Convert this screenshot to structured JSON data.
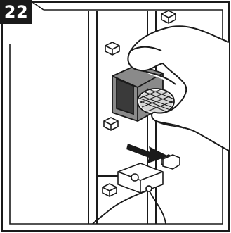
{
  "step": {
    "number": "22"
  },
  "illustration": {
    "subject": "installing-clamp-on-stud",
    "parts": [
      "panel-rail",
      "hex-nut",
      "clamp-block",
      "knurled-knob",
      "hand",
      "arrow",
      "bracket",
      "cable"
    ]
  },
  "colors": {
    "ink": "#1a1a1a",
    "paper": "#ffffff",
    "shade": "#3a3a3a",
    "mid": "#8a8a8a"
  }
}
